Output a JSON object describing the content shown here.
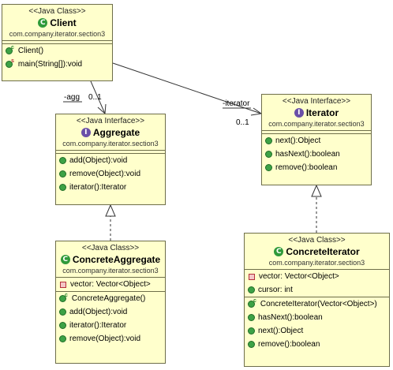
{
  "classes": {
    "client": {
      "stereotype": "<<Java Class>>",
      "name": "Client",
      "package": "com.company.iterator.section3",
      "methods": [
        "Client()",
        "main(String[]):void"
      ]
    },
    "aggregate": {
      "stereotype": "<<Java Interface>>",
      "name": "Aggregate",
      "package": "com.company.iterator.section3",
      "methods": [
        "add(Object):void",
        "remove(Object):void",
        "iterator():Iterator"
      ]
    },
    "iterator": {
      "stereotype": "<<Java Interface>>",
      "name": "Iterator",
      "package": "com.company.iterator.section3",
      "methods": [
        "next():Object",
        "hasNext():boolean",
        "remove():boolean"
      ]
    },
    "concrete_aggregate": {
      "stereotype": "<<Java Class>>",
      "name": "ConcreteAggregate",
      "package": "com.company.iterator.section3",
      "fields": [
        "vector: Vector<Object>"
      ],
      "methods": [
        "ConcreteAggregate()",
        "add(Object):void",
        "iterator():Iterator",
        "remove(Object):void"
      ]
    },
    "concrete_iterator": {
      "stereotype": "<<Java Class>>",
      "name": "ConcreteIterator",
      "package": "com.company.iterator.section3",
      "fields": [
        "vector: Vector<Object>",
        "cursor: int"
      ],
      "methods": [
        "ConcreteIterator(Vector<Object>)",
        "hasNext():boolean",
        "next():Object",
        "remove():boolean"
      ]
    }
  },
  "associations": {
    "agg": {
      "role": "-agg",
      "multiplicity": "0..1"
    },
    "iterator": {
      "role": "-iterator",
      "multiplicity": "0..1"
    }
  },
  "badges": {
    "class": "C",
    "interface": "I"
  },
  "colors": {
    "box_fill": "#ffffcc",
    "box_border": "#6e6e4a",
    "class_badge": "#2f9a3a",
    "interface_badge": "#6a4fa8",
    "member_dot": "#3da246",
    "private_field": "#b5303a"
  }
}
